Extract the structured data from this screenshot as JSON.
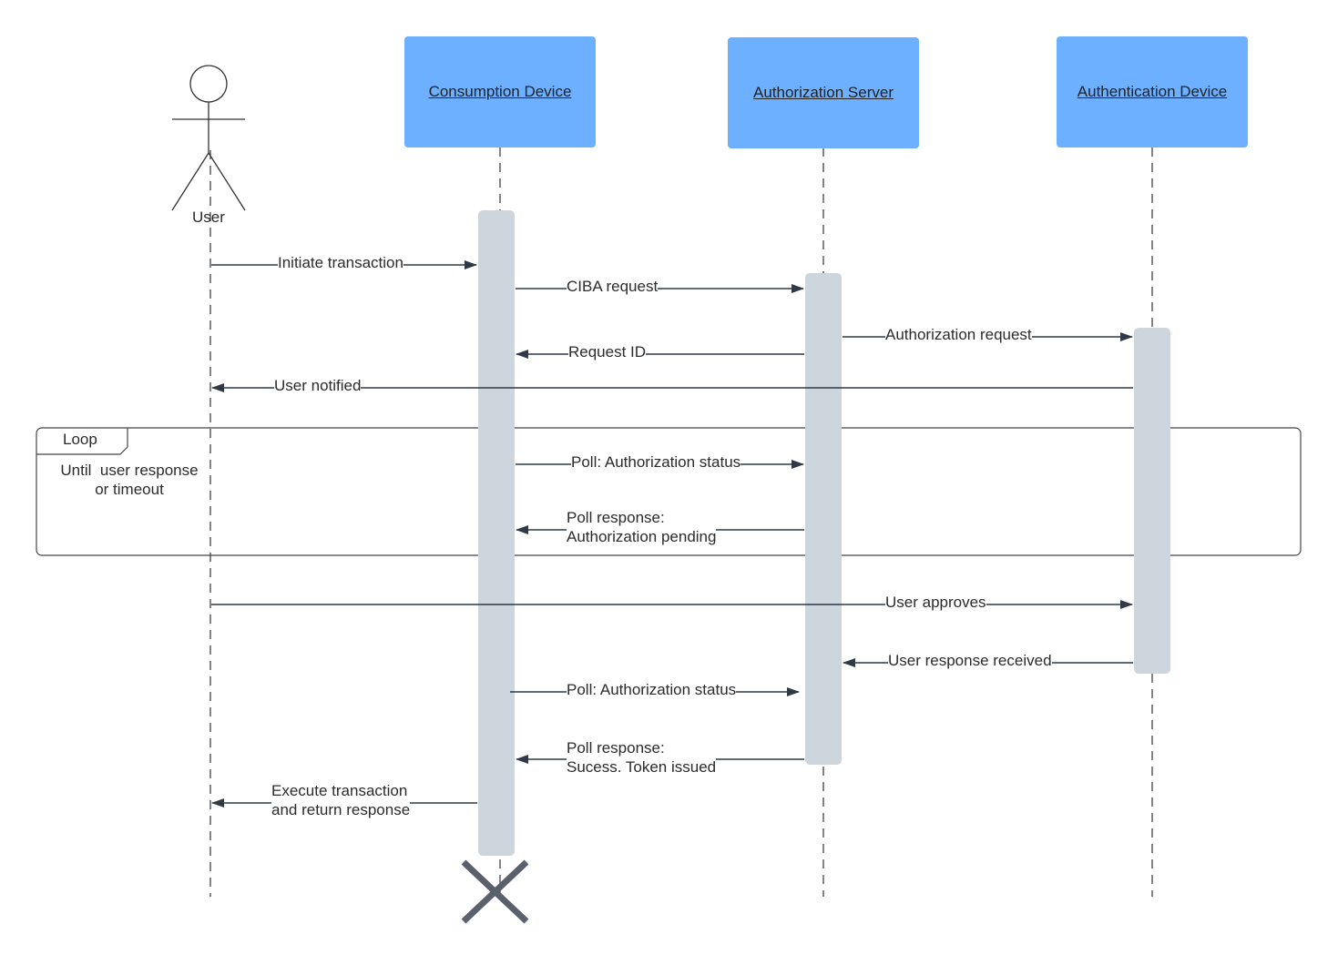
{
  "actor": {
    "label": "User"
  },
  "participants": {
    "consumption": "Consumption Device",
    "authorization": "Authorization Server",
    "authentication": "Authentication Device"
  },
  "messages": {
    "m1": "Initiate transaction",
    "m2": "CIBA request",
    "m3": "Authorization request",
    "m4": "Request ID",
    "m5": "User notified",
    "m6": "Poll: Authorization status",
    "m7_line1": "Poll response:",
    "m7_line2": "Authorization pending",
    "m8": "User approves",
    "m9": "User response received",
    "m10": "Poll: Authorization status",
    "m11_line1": "Poll response:",
    "m11_line2": "Sucess. Token issued",
    "m12_line1": "Execute transaction",
    "m12_line2": "and return response"
  },
  "loop": {
    "tag": "Loop",
    "condition_line1": "Until  user response",
    "condition_line2": "or timeout"
  },
  "colors": {
    "participant_fill": "#6cb0ff",
    "activation_fill": "#cdd5dd",
    "line": "#2f3a46",
    "destroy": "#5a616c"
  }
}
